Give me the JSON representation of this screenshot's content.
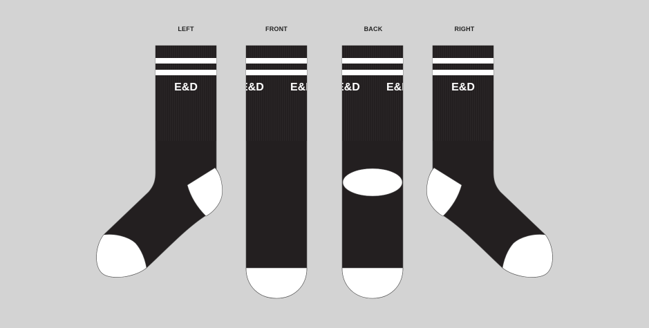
{
  "views": {
    "left": "LEFT",
    "front": "FRONT",
    "back": "BACK",
    "right": "RIGHT"
  },
  "logo": "E&D",
  "colors": {
    "background": "#d3d3d3",
    "sock_body": "#231f20",
    "accent": "#ffffff"
  }
}
